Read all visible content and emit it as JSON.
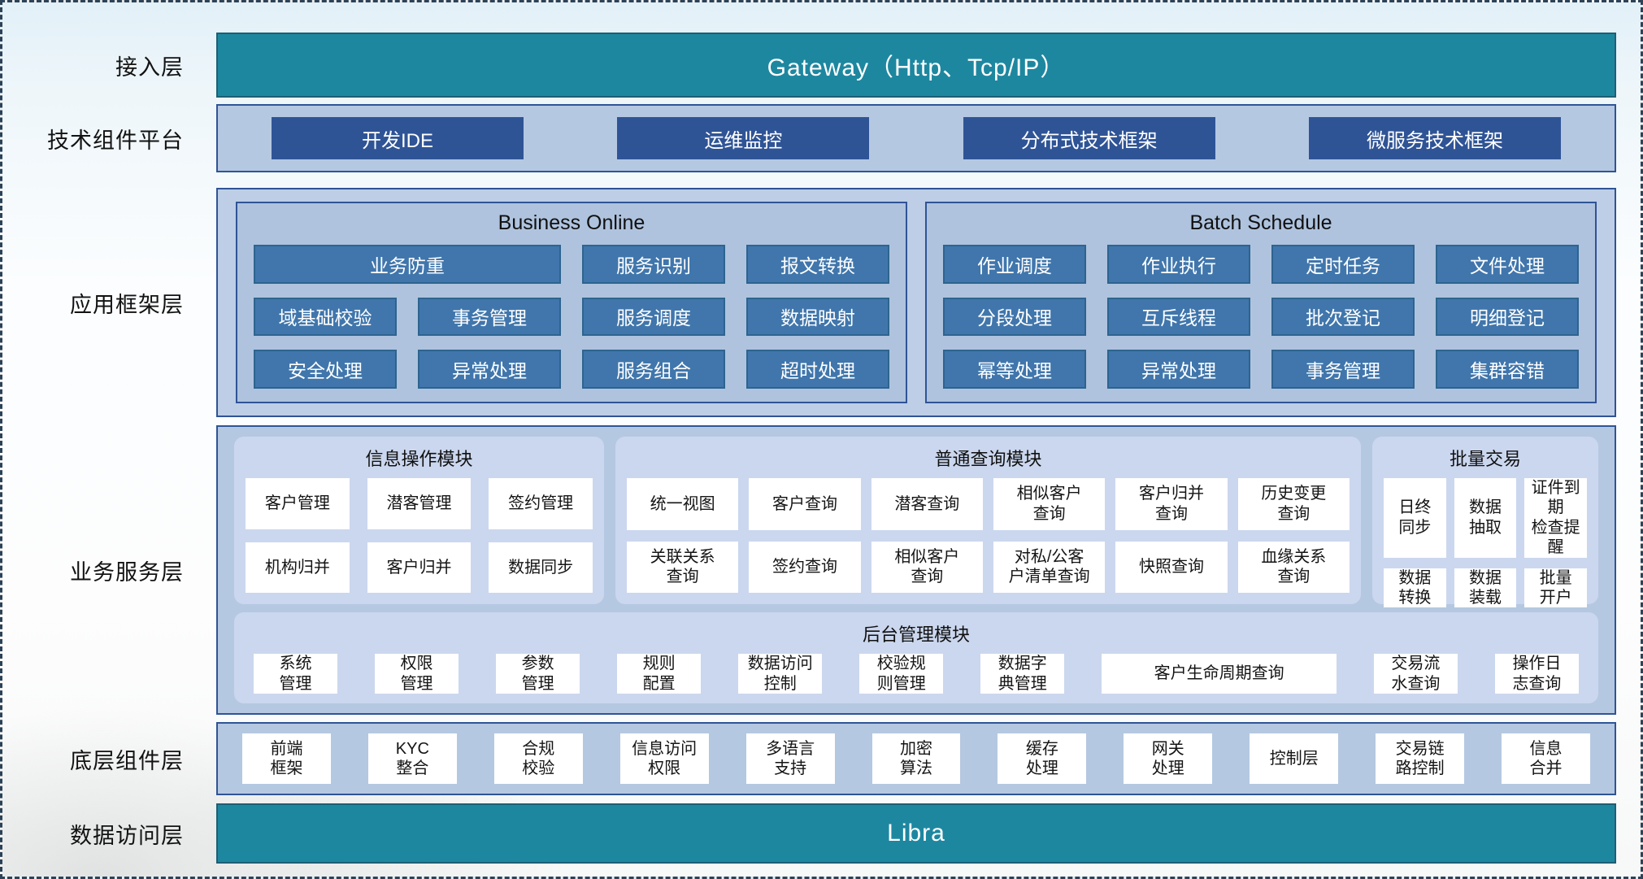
{
  "layers": {
    "access": "接入层",
    "tech": "技术组件平台",
    "app": "应用框架层",
    "biz": "业务服务层",
    "base": "底层组件层",
    "data": "数据访问层"
  },
  "access_layer": {
    "gateway_label": "Gateway（Http、Tcp/IP）"
  },
  "tech_platform": {
    "buttons": [
      "开发IDE",
      "运维监控",
      "分布式技术框架",
      "微服务技术框架"
    ]
  },
  "app_framework": {
    "business_online": {
      "title": "Business Online",
      "buttons": [
        {
          "label": "业务防重",
          "cls": "span2"
        },
        {
          "label": "服务识别"
        },
        {
          "label": "报文转换"
        },
        {
          "label": "域基础校验"
        },
        {
          "label": "事务管理"
        },
        {
          "label": "服务调度"
        },
        {
          "label": "数据映射"
        },
        {
          "label": "安全处理"
        },
        {
          "label": "异常处理"
        },
        {
          "label": "服务组合"
        },
        {
          "label": "超时处理"
        }
      ]
    },
    "batch_schedule": {
      "title": "Batch Schedule",
      "buttons": [
        {
          "label": "作业调度"
        },
        {
          "label": "作业执行"
        },
        {
          "label": "定时任务"
        },
        {
          "label": "文件处理"
        },
        {
          "label": "分段处理"
        },
        {
          "label": "互斥线程"
        },
        {
          "label": "批次登记"
        },
        {
          "label": "明细登记"
        },
        {
          "label": "幂等处理"
        },
        {
          "label": "异常处理"
        },
        {
          "label": "事务管理"
        },
        {
          "label": "集群容错"
        }
      ]
    }
  },
  "business_service": {
    "info_module": {
      "title": "信息操作模块",
      "items": [
        {
          "label": "客户管理"
        },
        {
          "label": "潜客管理"
        },
        {
          "label": "签约管理"
        },
        {
          "label": "机构归并"
        },
        {
          "label": "客户归并"
        },
        {
          "label": "数据同步"
        }
      ]
    },
    "query_module": {
      "title": "普通查询模块",
      "items": [
        {
          "label": "统一视图"
        },
        {
          "label": "客户查询"
        },
        {
          "label": "潜客查询"
        },
        {
          "label": "相似客户\n查询"
        },
        {
          "label": "客户归并\n查询"
        },
        {
          "label": "历史变更\n查询"
        },
        {
          "label": "关联关系\n查询"
        },
        {
          "label": "签约查询"
        },
        {
          "label": "相似客户\n查询"
        },
        {
          "label": "对私/公客\n户清单查询"
        },
        {
          "label": "快照查询"
        },
        {
          "label": "血缘关系\n查询"
        }
      ]
    },
    "batch_trade": {
      "title": "批量交易",
      "items": [
        {
          "label": "日终\n同步"
        },
        {
          "label": "数据\n抽取"
        },
        {
          "label": "证件到期\n检查提醒"
        },
        {
          "label": "数据\n转换"
        },
        {
          "label": "数据\n装载"
        },
        {
          "label": "批量\n开户"
        }
      ]
    },
    "admin_module": {
      "title": "后台管理模块",
      "items": [
        {
          "label": "系统\n管理"
        },
        {
          "label": "权限\n管理"
        },
        {
          "label": "参数\n管理"
        },
        {
          "label": "规则\n配置"
        },
        {
          "label": "数据访问\n控制"
        },
        {
          "label": "校验规\n则管理"
        },
        {
          "label": "数据字\n典管理"
        },
        {
          "label": "客户生命周期查询",
          "cls": "wide"
        },
        {
          "label": "交易流\n水查询"
        },
        {
          "label": "操作日\n志查询"
        }
      ]
    }
  },
  "base_component": {
    "items": [
      {
        "label": "前端\n框架"
      },
      {
        "label": "KYC\n整合"
      },
      {
        "label": "合规\n校验"
      },
      {
        "label": "信息访问\n权限"
      },
      {
        "label": "多语言\n支持"
      },
      {
        "label": "加密\n算法"
      },
      {
        "label": "缓存\n处理"
      },
      {
        "label": "网关\n处理"
      },
      {
        "label": "控制层"
      },
      {
        "label": "交易链\n路控制"
      },
      {
        "label": "信息\n合并"
      }
    ]
  },
  "data_access": {
    "bar_label": "Libra"
  },
  "colors": {
    "teal": "#1e87a0",
    "navy": "#2f5496",
    "steel_blue": "#4076ac",
    "container_blue": "#b5c8e1",
    "frame_panel_blue": "#afc3de",
    "service_panel_blue": "#cbd7ee"
  }
}
